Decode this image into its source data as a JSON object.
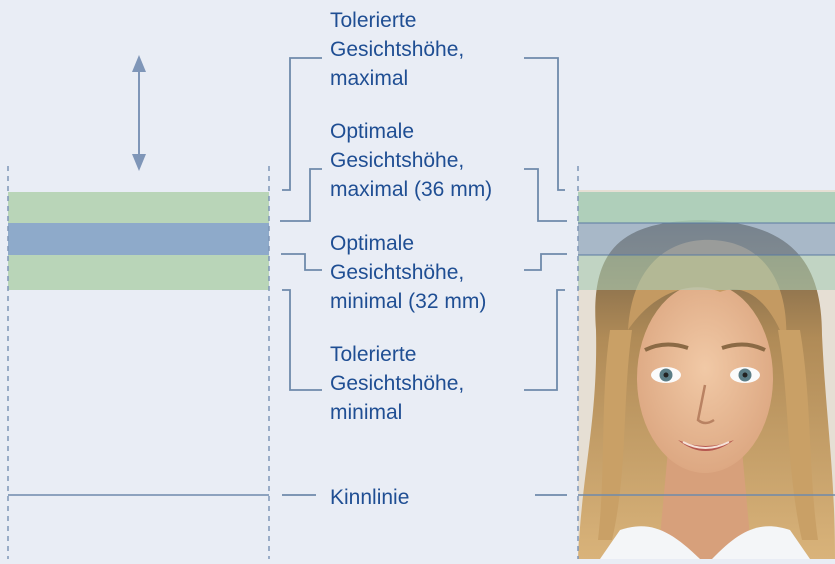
{
  "labels": {
    "tolerated_max": "Tolerierte\nGesichtshöhe,\nmaximal",
    "optimal_max": "Optimale\nGesichtshöhe,\nmaximal (36 mm)",
    "optimal_min": "Optimale\nGesichtshöhe,\nminimal (32 mm)",
    "tolerated_min": "Tolerierte\nGesichtshöhe,\nminimal",
    "chin_line": "Kinnlinie"
  },
  "colors": {
    "background": "#e9edf5",
    "text": "#1f4e93",
    "green_band": "#b9d5b8",
    "blue_band": "#8eaaca",
    "line": "#6f8aab",
    "guide": "#7f96b8",
    "arrow": "#7f96b8"
  },
  "icons": {
    "vertical_arrow": "double-headed-vertical-arrow",
    "portrait": "woman-face-portrait"
  }
}
